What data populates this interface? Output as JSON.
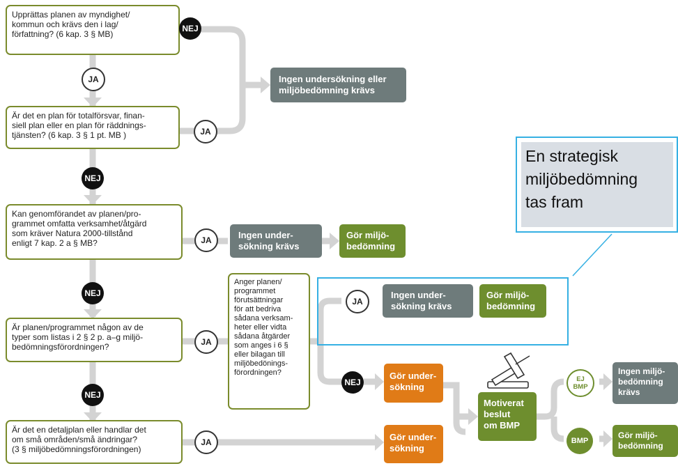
{
  "questions": {
    "q1": "Upprättas planen av myndighet/\nkommun och krävs den i lag/\nförfattning? (6 kap. 3 § MB)",
    "q2": "Är det en plan för totalförsvar, finan-\nsiell plan eller en plan för räddnings-\ntjänsten? (6 kap. 3 § 1 pt. MB )",
    "q3": "Kan genomförandet av planen/pro-\ngrammet omfatta verksamhet/åtgärd\nsom kräver Natura 2000-tillstånd\nenligt 7 kap. 2 a § MB?",
    "q4": "Är planen/programmet någon av de\ntyper som listas i 2 § 2 p. a–g miljö-\nbedömningsförordningen?",
    "q5": "Är det en detaljplan eller handlar det\nom små områden/små ändringar?\n(3 § miljöbedömningsförordningen)",
    "q6": "Anger planen/\nprogrammet\nförutsättningar\nför att bedriva\nsådana verksam-\nheter eller vidta\nsådana åtgärder\nsom anges i 6 §\neller bilagan till\nmiljöbedönings-\nförordningen?"
  },
  "outcomes": {
    "no_assessment_required": "Ingen undersökning eller\nmiljöbedömning krävs",
    "no_investigation_1": "Ingen under-\nsökning krävs",
    "do_assessment_1": "Gör miljö-\nbedömning",
    "no_investigation_2": "Ingen under-\nsökning krävs",
    "do_assessment_2": "Gör miljö-\nbedömning",
    "do_investigation_1": "Gör under-\nsökning",
    "do_investigation_2": "Gör under-\nsökning",
    "motivated_decision": "Motiverat\nbeslut\nom BMP",
    "no_assessment_final": "Ingen miljö-\nbedömning\nkrävs",
    "do_assessment_final": "Gör miljö-\nbedömning"
  },
  "decisions": {
    "yes": "JA",
    "no": "NEJ",
    "bmp": "BMP",
    "ej_bmp": "EJ\nBMP"
  },
  "callout": {
    "text": "En strategisk\nmiljöbedömning\ntas fram"
  },
  "colors": {
    "question_border": "#7a8b2c",
    "grey_box": "#6e7b7b",
    "green_box": "#6e8e2e",
    "orange_box": "#e07b17",
    "connector": "#d3d3d3",
    "callout_border": "#35b0e3",
    "callout_fill": "#d9dee4"
  },
  "icons": {
    "gavel": "gavel-icon"
  }
}
